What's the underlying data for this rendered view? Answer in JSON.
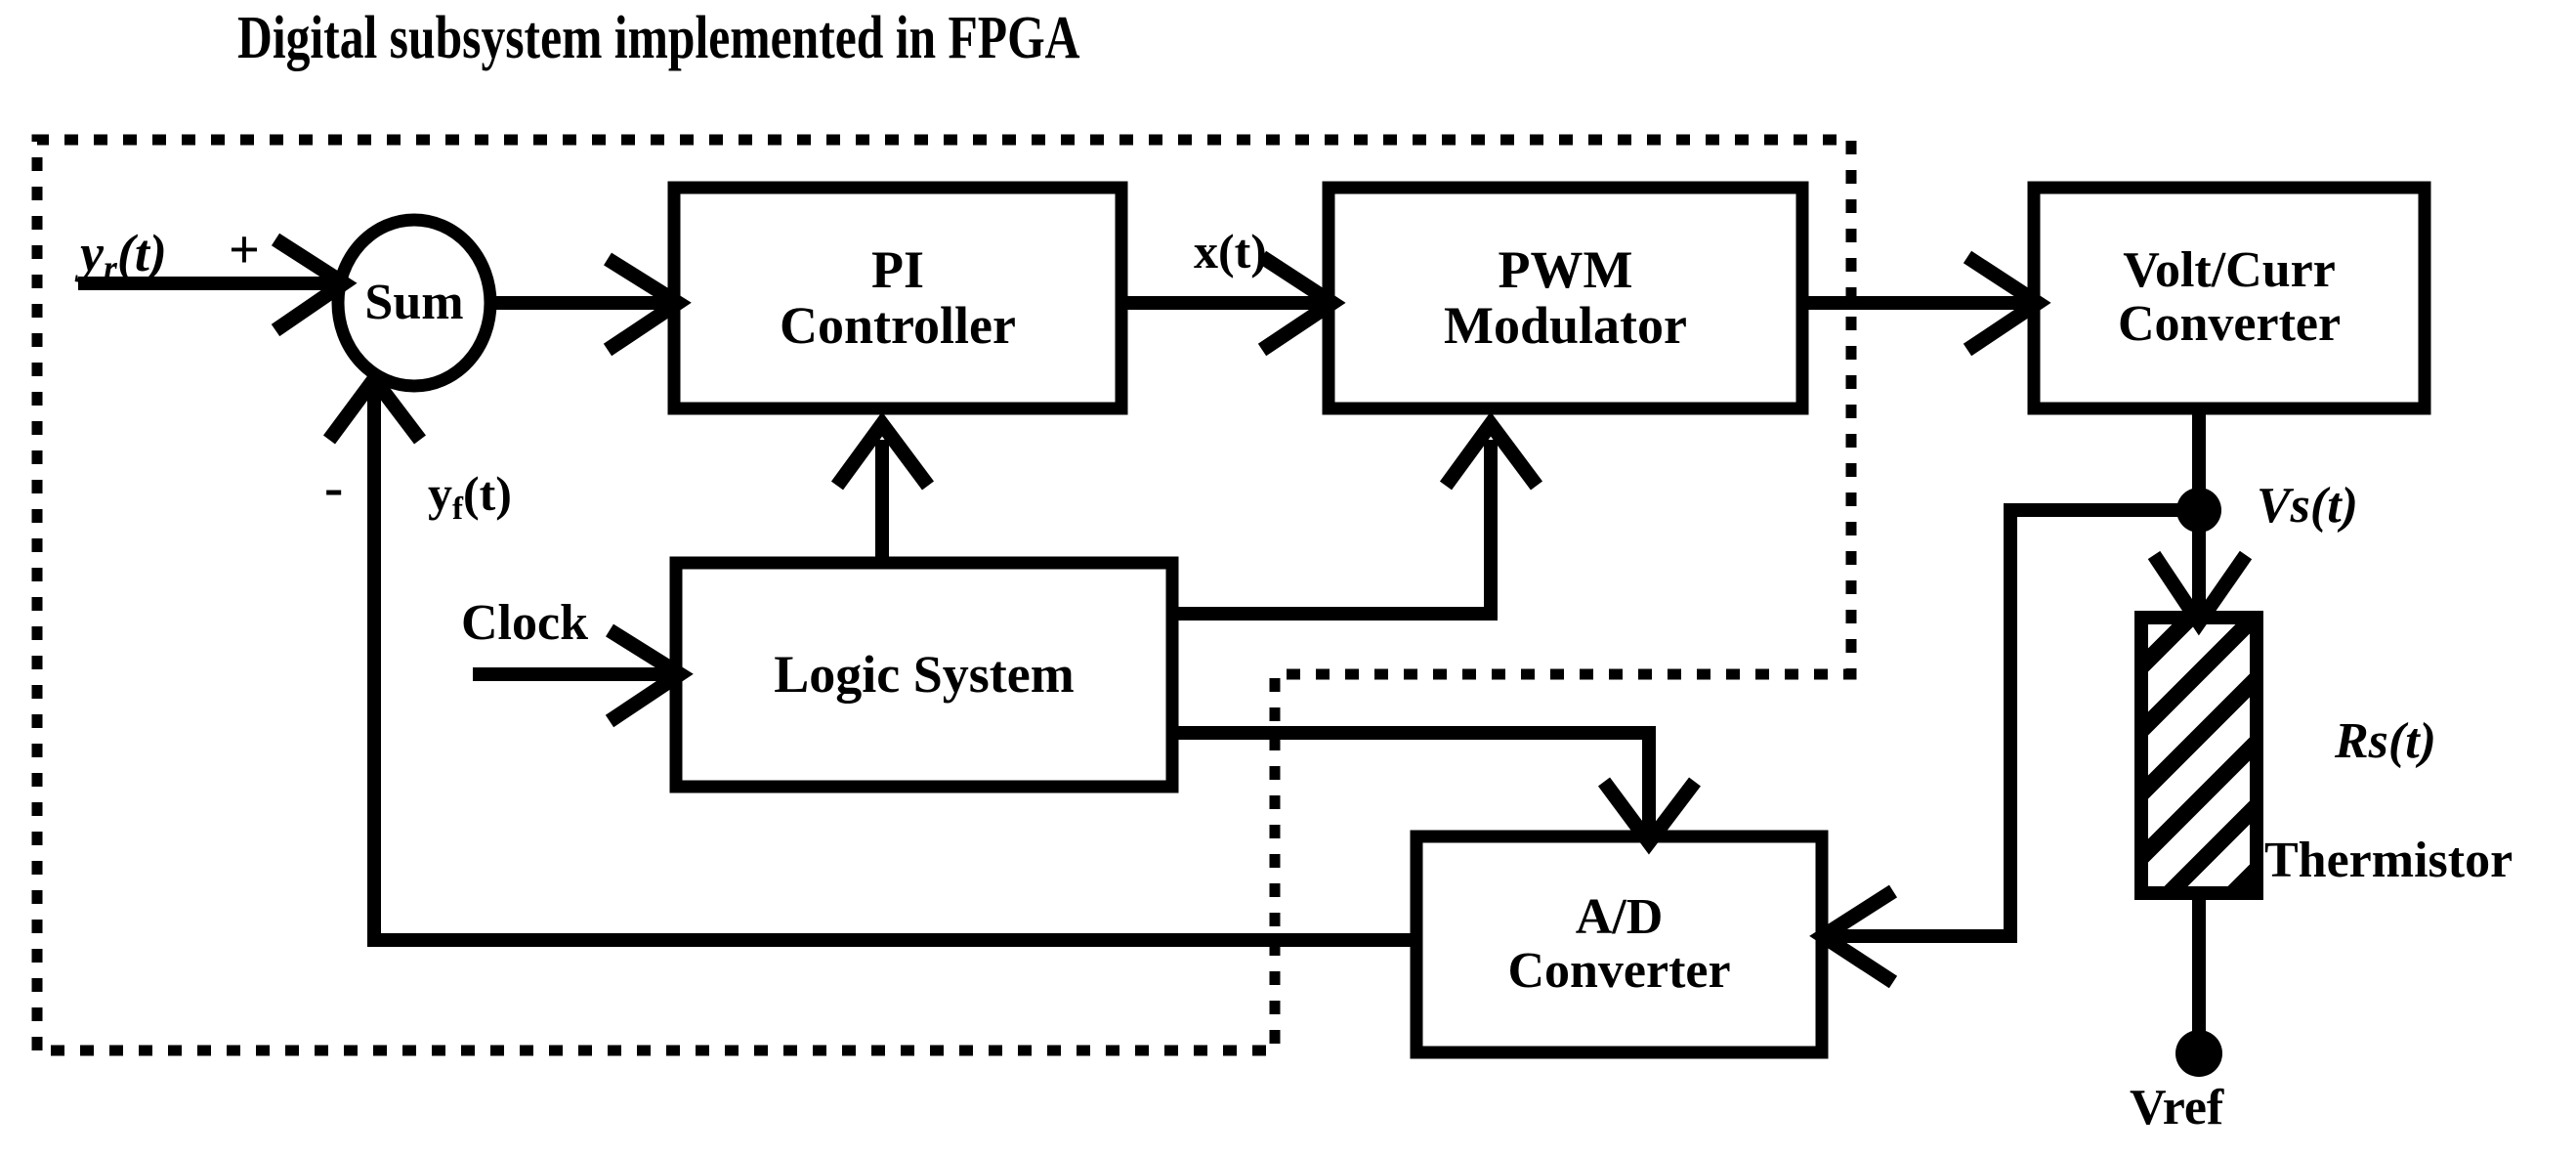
{
  "title": "Digital subsystem implemented in FPGA",
  "boundary": {
    "name": "fpga-dotted-boundary",
    "style": "dotted",
    "color": "#000000"
  },
  "blocks": [
    {
      "id": "sum",
      "shape": "circle",
      "label": "Sum"
    },
    {
      "id": "pi",
      "shape": "rectangle",
      "line1": "PI",
      "line2": "Controller"
    },
    {
      "id": "pwm",
      "shape": "rectangle",
      "line1": "PWM",
      "line2": "Modulator"
    },
    {
      "id": "voltcurr",
      "shape": "rectangle",
      "line1": "Volt/Curr",
      "line2": "Converter"
    },
    {
      "id": "logic",
      "shape": "rectangle",
      "line1": "Logic System",
      "line2": ""
    },
    {
      "id": "adc",
      "shape": "rectangle",
      "line1": "A/D",
      "line2": "Converter"
    },
    {
      "id": "thermistor",
      "shape": "hatched-rectangle",
      "label": "Thermistor"
    }
  ],
  "signals": {
    "reference": "y",
    "reference_sub": "r",
    "reference_arg": "(t)",
    "feedback": "y",
    "feedback_sub": "f",
    "feedback_arg": "(t)",
    "controller_out": "x(t)",
    "sense_voltage": "Vs(t)",
    "sense_resistance": "Rs(t)",
    "reference_voltage": "Vref",
    "clock": "Clock",
    "plus_sign": "+",
    "minus_sign": "-"
  },
  "colors": {
    "stroke": "#000000",
    "background": "#ffffff"
  }
}
